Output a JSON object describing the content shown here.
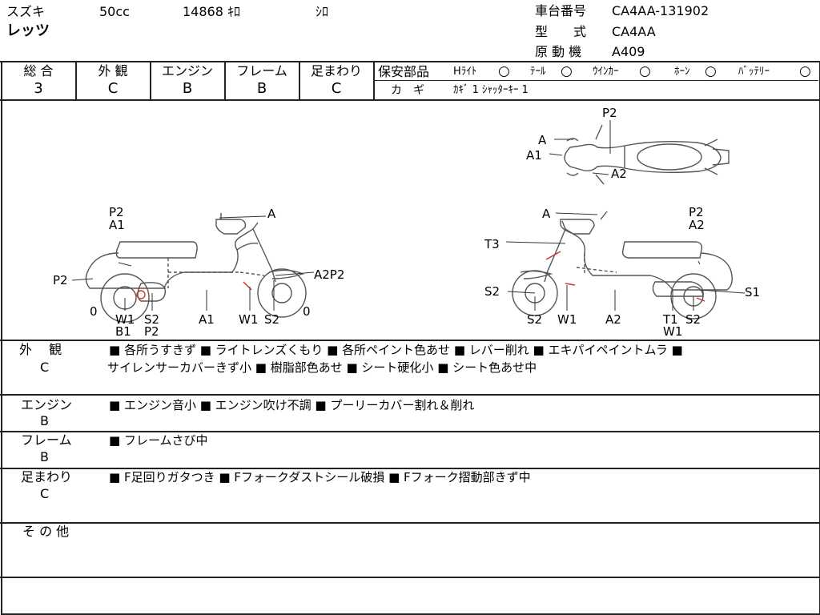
{
  "header": {
    "maker": "スズキ",
    "displacement": "50cc",
    "mileage": "14868 ｷﾛ",
    "color": "ｼﾛ",
    "model_name": "レッツ",
    "frame_no_label": "車台番号",
    "frame_no": "CA4AA-131902",
    "type_label": "型　　式",
    "type": "CA4AA",
    "engine_label": "原 動 機",
    "engine": "A409"
  },
  "grades": [
    {
      "label": "総 合",
      "value": "3"
    },
    {
      "label": "外 観",
      "value": "C"
    },
    {
      "label": "エンジン",
      "value": "B"
    },
    {
      "label": "フレーム",
      "value": "B"
    },
    {
      "label": "足まわり",
      "value": "C"
    }
  ],
  "safety": {
    "label": "保安部品",
    "items": [
      {
        "name": "Hﾗｲﾄ",
        "mark": "○"
      },
      {
        "name": "ﾃｰﾙ",
        "mark": "○"
      },
      {
        "name": "ｳｲﾝｶｰ",
        "mark": "○"
      },
      {
        "name": "ﾎｰﾝ",
        "mark": "○"
      },
      {
        "name": "ﾊﾞｯﾃﾘｰ",
        "mark": "○"
      }
    ],
    "key_label": "カ　ギ",
    "key_value": "ｶｷﾞ 1 ｼｬｯﾀｰｷｰ 1"
  },
  "diagram": {
    "top": [
      "P2",
      "A",
      "A1",
      "A2"
    ],
    "left": [
      "P2",
      "A1",
      "A",
      "P2",
      "A2P2",
      "0",
      "0",
      "W1",
      "B1",
      "S2",
      "P2",
      "A1",
      "W1",
      "S2"
    ],
    "right": [
      "A",
      "P2",
      "A2",
      "T3",
      "S2",
      "S1",
      "S2",
      "W1",
      "A2",
      "T1",
      "W1",
      "S2"
    ]
  },
  "notes": [
    {
      "label": "外　 観",
      "grade": "C",
      "lines": [
        "■ 各所うすきず ■ ライトレンズくもり ■ 各所ペイント色あせ ■ レバー削れ ■ エキパイペイントムラ ■",
        "サイレンサーカバーきず小 ■ 樹脂部色あせ ■ シート硬化小 ■ シート色あせ中"
      ]
    },
    {
      "label": "エンジン",
      "grade": "B",
      "lines": [
        "■ エンジン音小 ■ エンジン吹け不調 ■ プーリーカバー割れ＆削れ"
      ]
    },
    {
      "label": "フレーム",
      "grade": "B",
      "lines": [
        "■ フレームさび中"
      ]
    },
    {
      "label": "足まわり",
      "grade": "C",
      "lines": [
        "■ F足回りガタつき ■ Fフォークダストシール破損 ■ Fフォーク摺動部きず中"
      ]
    },
    {
      "label": "そ の 他",
      "grade": "",
      "lines": []
    }
  ]
}
